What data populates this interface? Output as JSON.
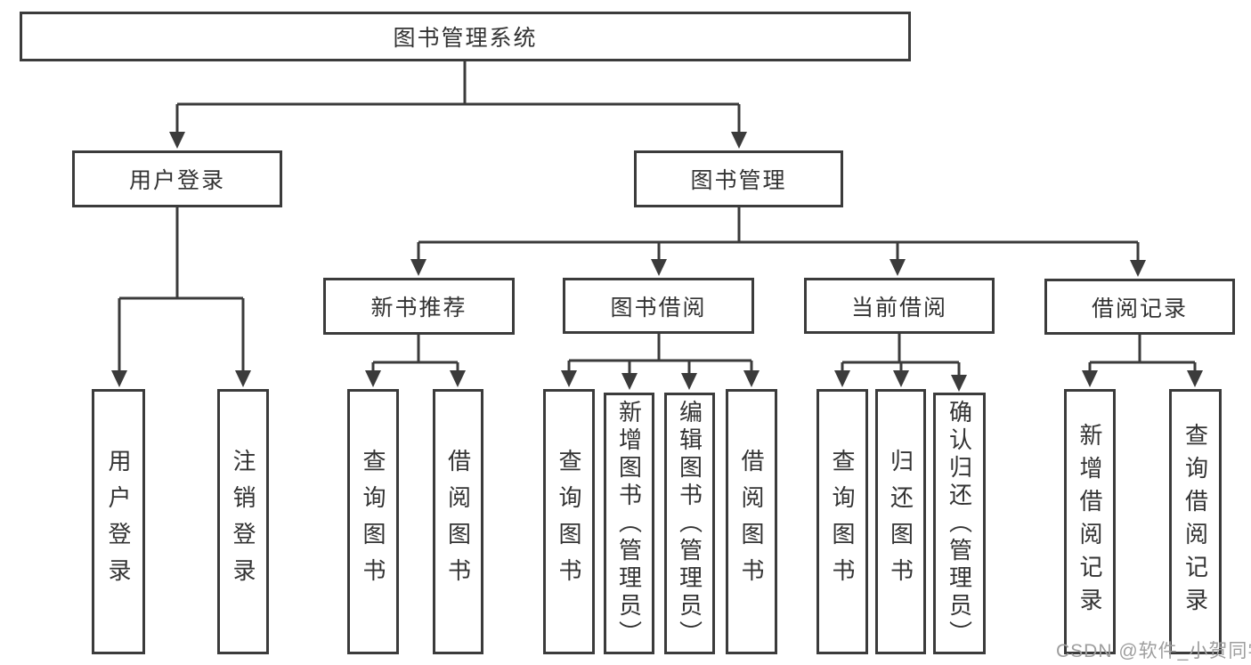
{
  "diagram": {
    "title": "图书管理系统",
    "level2": {
      "user_login": "用户登录",
      "book_management": "图书管理"
    },
    "level3": {
      "new_book_recommend": "新书推荐",
      "book_borrow": "图书借阅",
      "current_borrow": "当前借阅",
      "borrow_records": "借阅记录"
    },
    "leaves": {
      "user_login": [
        "用户登录",
        "注销登录"
      ],
      "new_book_recommend": [
        "查询图书",
        "借阅图书"
      ],
      "book_borrow": [
        "查询图书",
        "新增图书（管理员）",
        "编辑图书（管理员）",
        "借阅图书"
      ],
      "current_borrow": [
        "查询图书",
        "归还图书",
        "确认归还（管理员）"
      ],
      "borrow_records": [
        "新增借阅记录",
        "查询借阅记录"
      ]
    }
  },
  "watermark": "CSDN @软件_小贺同学",
  "colors": {
    "line": "#3b3b3b",
    "text": "#333333",
    "watermark": "#9e9e9e",
    "background": "#ffffff"
  }
}
